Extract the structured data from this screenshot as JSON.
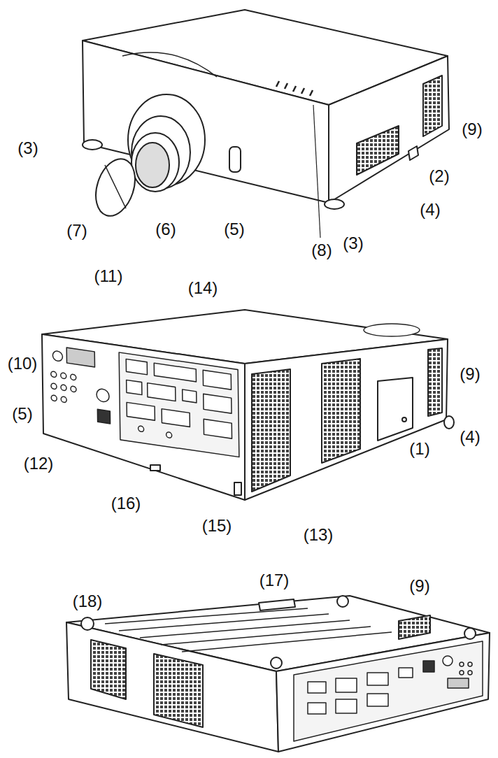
{
  "diagram": {
    "labels": [
      "(9)",
      "(3)",
      "(2)",
      "(4)",
      "(7)",
      "(6)",
      "(5)",
      "(3)",
      "(8)",
      "(11)",
      "(14)",
      "(10)",
      "(9)",
      "(4)",
      "(5)",
      "(1)",
      "(12)",
      "(16)",
      "(15)",
      "(13)",
      "(17)",
      "(9)",
      "(18)"
    ]
  }
}
